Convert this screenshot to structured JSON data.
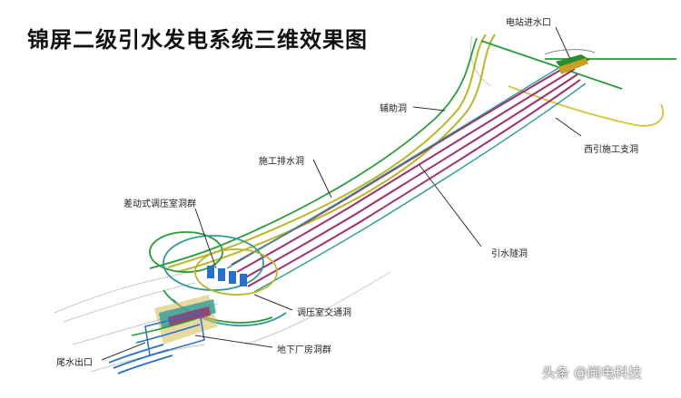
{
  "title": "锦屏二级引水发电系统三维效果图",
  "labels": {
    "intake": "电站进水口",
    "auxiliary_tunnel": "辅助洞",
    "west_branch": "西引施工支洞",
    "drainage_tunnel": "施工排水洞",
    "surge_chamber": "差动式调压室洞群",
    "headrace": "引水隧洞",
    "surge_access": "调压室交通洞",
    "powerhouse": "地下厂房洞群",
    "tailrace_outlet": "尾水出口"
  },
  "watermark": "头条 @闽电科技",
  "colors": {
    "tunnel_purple": "#a0306a",
    "aux_yellow": "#b9b62a",
    "green_line": "#2a9c3a",
    "teal_line": "#2f9a9a",
    "block_blue": "#2a6fc9"
  }
}
